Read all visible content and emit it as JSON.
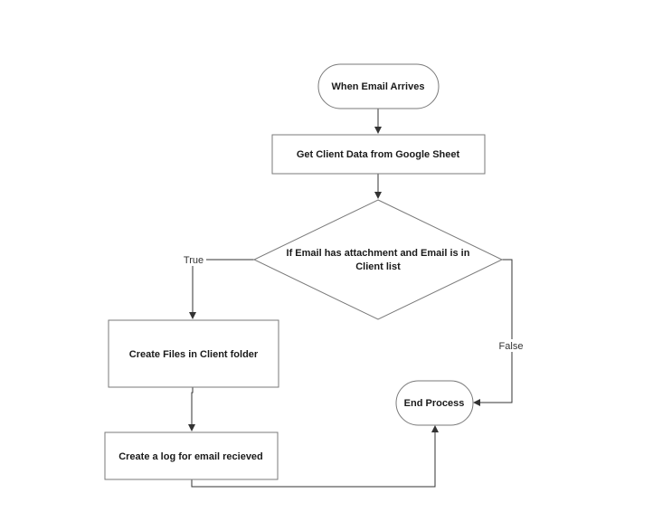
{
  "nodes": {
    "start": {
      "label": "When Email Arrives"
    },
    "get_data": {
      "label": "Get Client Data from Google Sheet"
    },
    "decision": {
      "label_line1": "If Email has attachment and Email is in",
      "label_line2": "Client list"
    },
    "create_files": {
      "label": "Create Files in Client folder"
    },
    "create_log": {
      "label": "Create a log for email recieved"
    },
    "end": {
      "label": "End Process"
    }
  },
  "edges": {
    "true_label": "True",
    "false_label": "False"
  },
  "colors": {
    "shape_stroke": "#7a7a7a",
    "edge_stroke": "#333333",
    "text": "#1a1a1a"
  }
}
